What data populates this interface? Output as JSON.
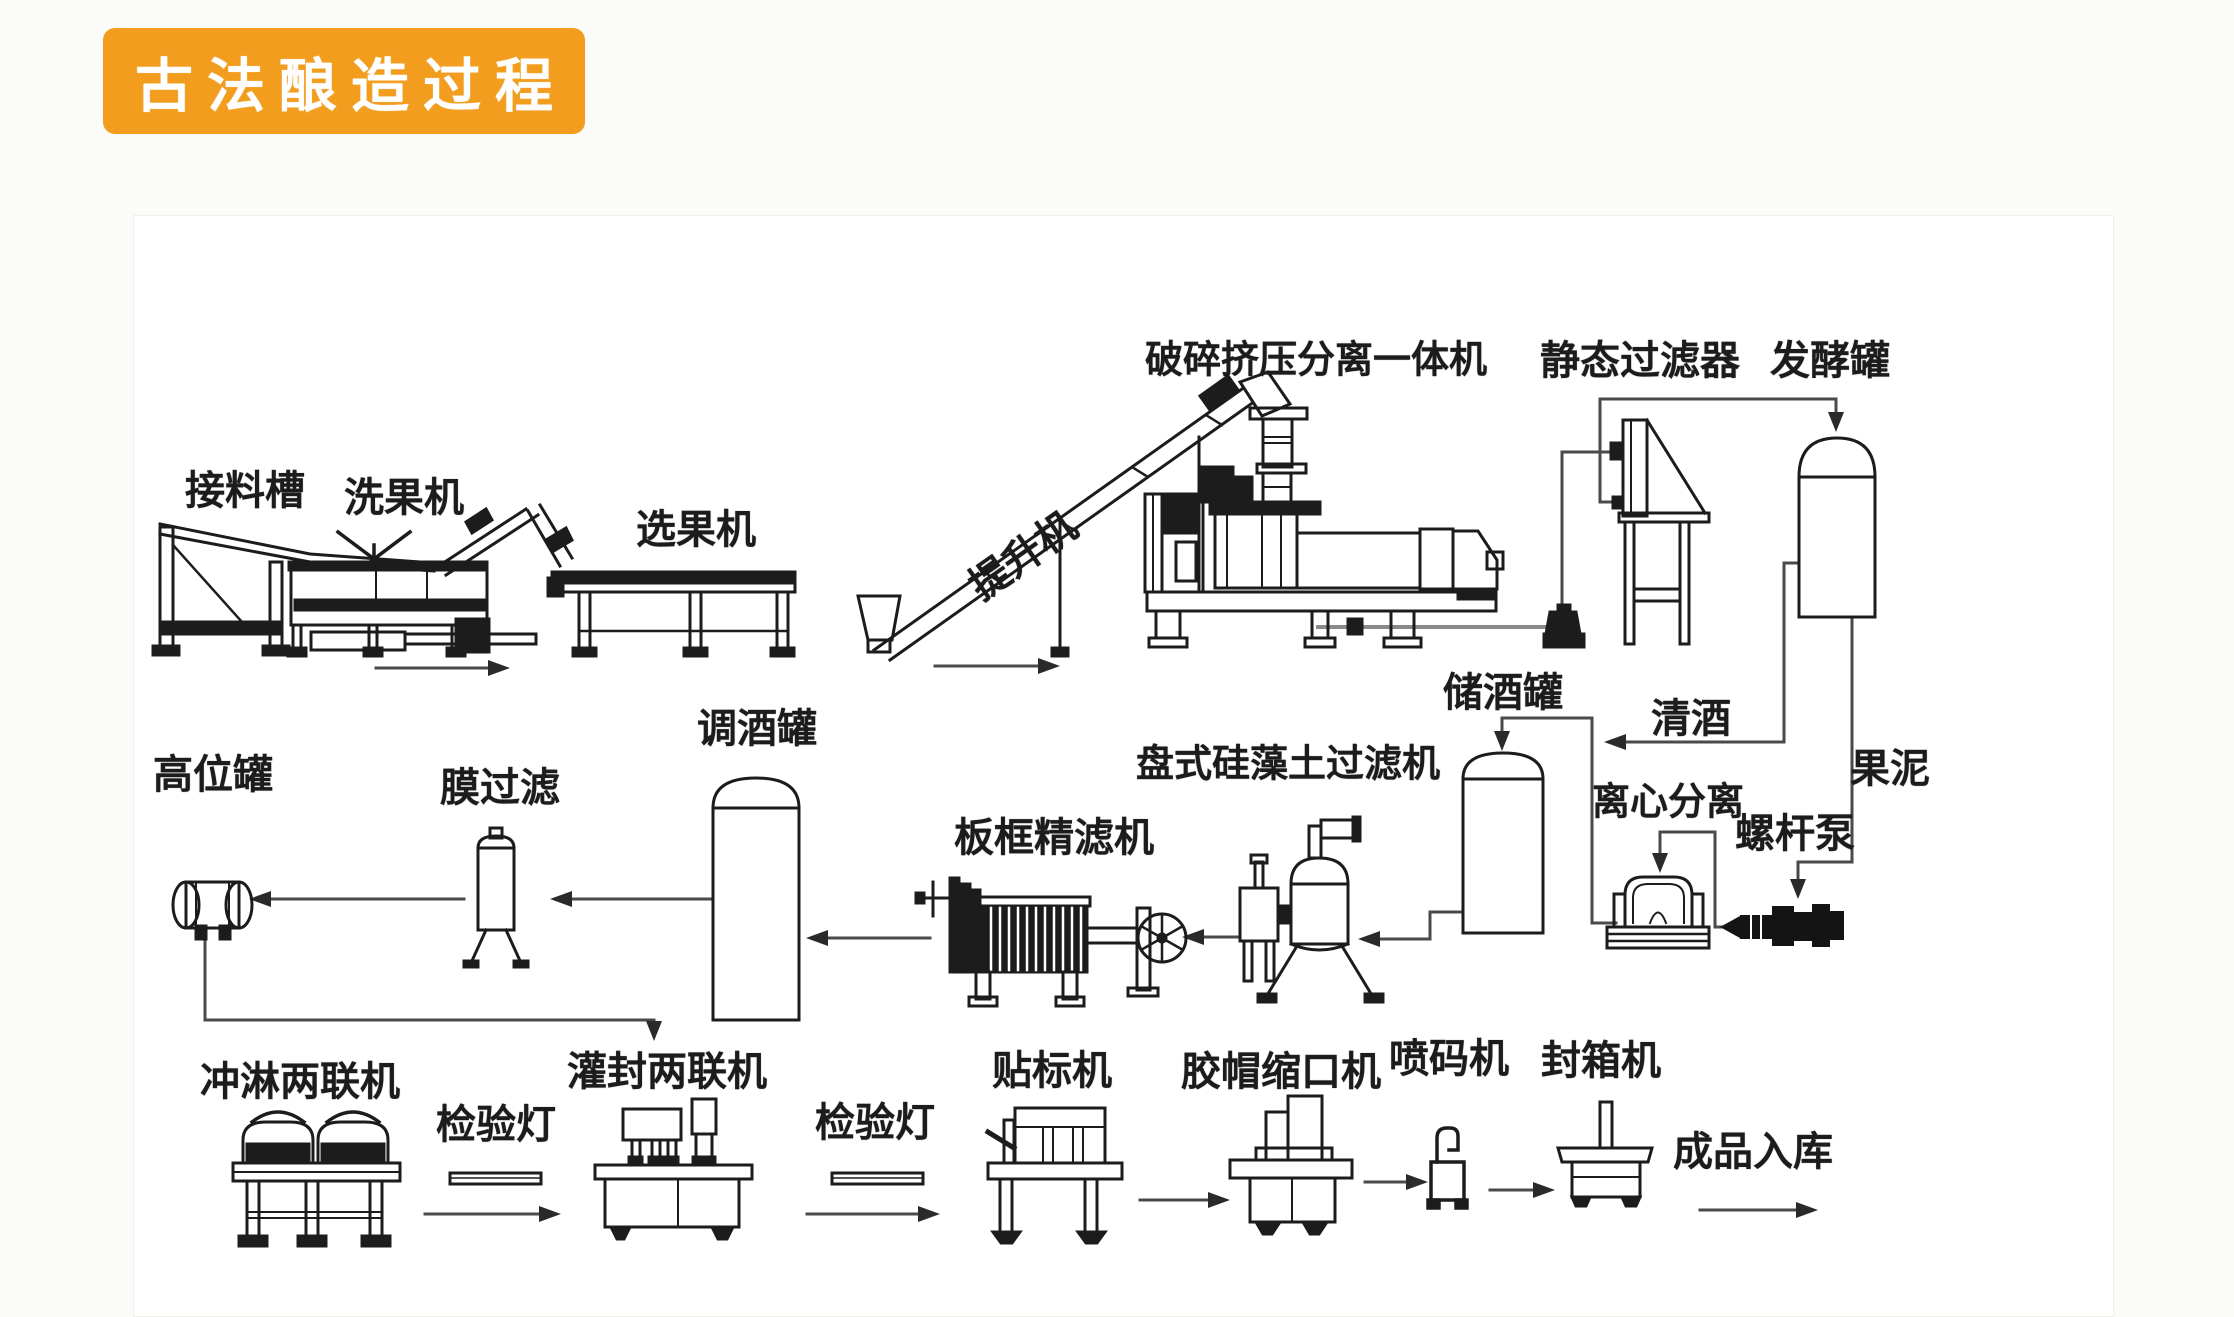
{
  "header": {
    "title": "古法酿造过程",
    "badge_color": "#F29D1E",
    "text_color": "#FFFFFF"
  },
  "diagram": {
    "line_color": "#1C1C1C",
    "pipe_color": "#4A4A4A",
    "labels": {
      "receiving_trough": "接料槽",
      "fruit_washer": "洗果机",
      "fruit_sorter": "选果机",
      "elevator": "提升机",
      "crusher_press_separator": "破碎挤压分离一体机",
      "static_filter": "静态过滤器",
      "fermentation_tank": "发酵罐",
      "high_level_tank": "高位罐",
      "membrane_filter": "膜过滤",
      "blending_tank": "调酒罐",
      "plate_frame_filter": "板框精滤机",
      "diatomite_disc_filter": "盘式硅藻土过滤机",
      "wine_storage_tank": "储酒罐",
      "clear_wine": "清酒",
      "centrifugal_separation": "离心分离",
      "screw_pump": "螺杆泵",
      "fruit_puree": "果泥",
      "rinsing_duplex_machine": "冲淋两联机",
      "inspection_lamp_1": "检验灯",
      "filling_capping_duplex_machine": "灌封两联机",
      "inspection_lamp_2": "检验灯",
      "labeling_machine": "贴标机",
      "cap_shrinking_machine": "胶帽缩口机",
      "inkjet_coder": "喷码机",
      "carton_sealer": "封箱机",
      "finished_to_warehouse": "成品入库"
    }
  }
}
